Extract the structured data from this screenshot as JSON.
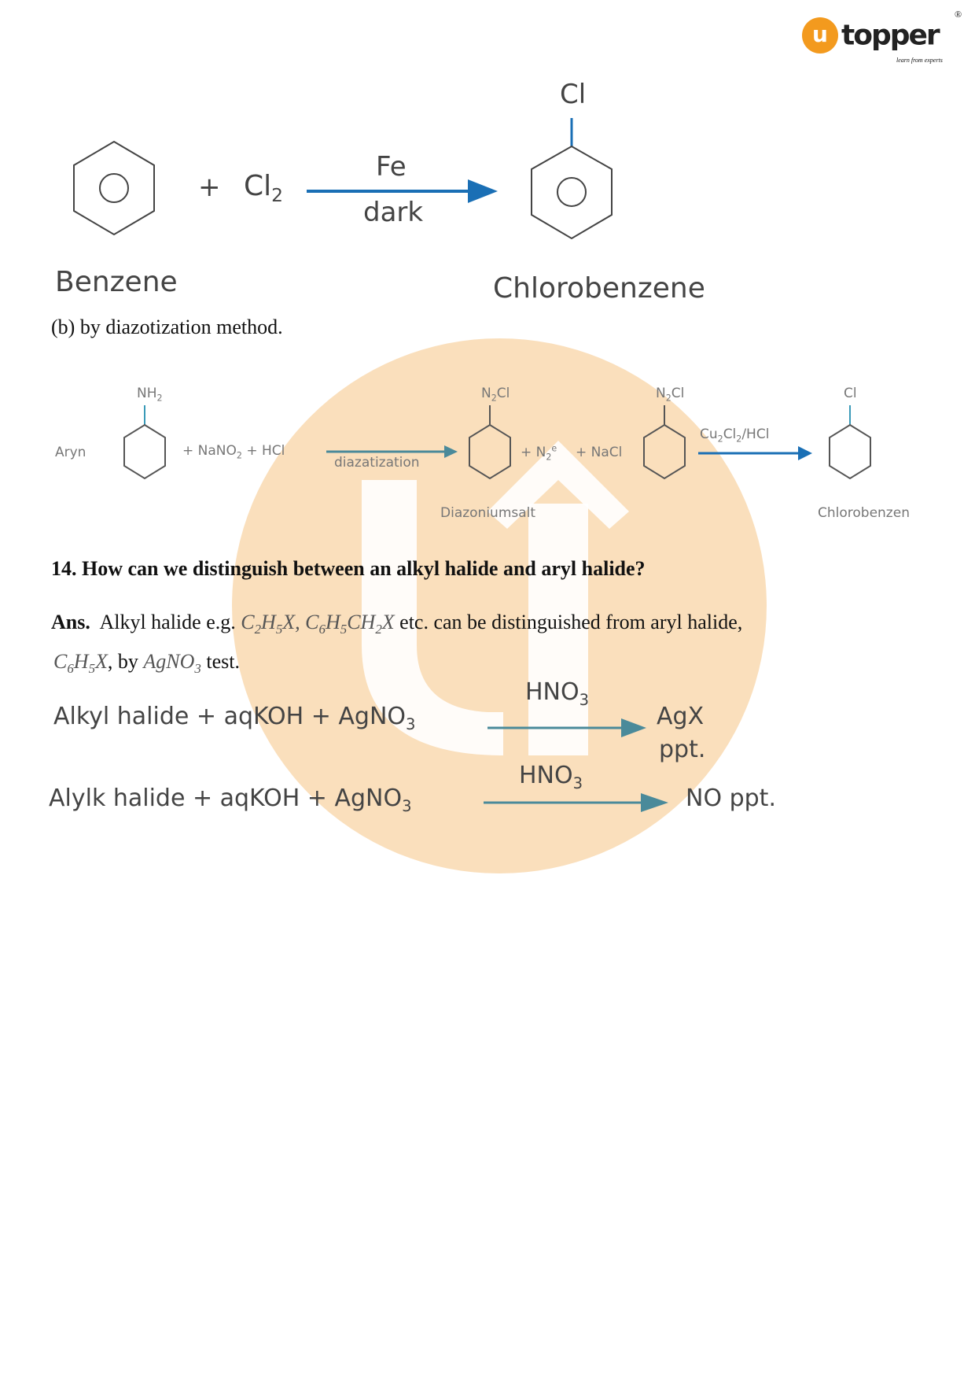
{
  "logo": {
    "text": "topper",
    "tagline": "learn from experts",
    "mark": "u",
    "registered": "®"
  },
  "reaction1": {
    "reactant": "Benzene",
    "reagent": "Cl",
    "reagent_sub": "2",
    "plus": "+",
    "catalyst": "Fe",
    "condition": "dark",
    "product": "Chlorobenzene",
    "substituent": "Cl"
  },
  "section_b": "(b) by diazotization method.",
  "reaction2": {
    "start_label": "Aryn",
    "amine": "NH",
    "amine_sub": "2",
    "reagents": [
      "+ NaNO",
      "2",
      " + HCl"
    ],
    "arrow_label": "diazatization",
    "diazo_group": "N",
    "diazo_sub": "2",
    "diazo_rest": "Cl",
    "byproducts": "+ N",
    "byprod_sub": "2",
    "byprod_sup": "e",
    "nacl": "+ NaCl",
    "intermediate_label": "Diazoniumsalt",
    "catalyst": "Cu",
    "cat_sub1": "2",
    "cat_mid": "Cl",
    "cat_sub2": "2",
    "cat_end": "/HCl",
    "product_sub": "Cl",
    "product_label": "Chlorobenzen"
  },
  "question": "14. How can we distinguish between an alkyl halide and aryl halide?",
  "answer": {
    "prefix": "Ans.",
    "text1": "Alkyl halide e.g.",
    "f1": "C",
    "f1a": "2",
    "f1b": "H",
    "f1c": "5",
    "f1d": "X",
    "sep": ",",
    "f2": "C",
    "f2a": "6",
    "f2b": "H",
    "f2c": "5",
    "f2d": "CH",
    "f2e": "2",
    "f2f": "X",
    "text2": "etc. can be distinguished from aryl halide,",
    "f3": "C",
    "f3a": "6",
    "f3b": "H",
    "f3c": "5",
    "f3d": "X",
    "text3": ", by",
    "f4": "AgNO",
    "f4a": "3",
    "text4": "test."
  },
  "eq1": {
    "lhs": "Alkyl halide + aqKOH + AgNO",
    "lhs_sub": "3",
    "reagent": "HNO",
    "reagent_sub": "3",
    "product": "AgX",
    "product2": "ppt."
  },
  "eq2": {
    "lhs": "Alylk halide + aqKOH + AgNO",
    "lhs_sub": "3",
    "reagent": "HNO",
    "reagent_sub": "3",
    "product": "NO ppt."
  },
  "colors": {
    "arrow": "#1a6fb5",
    "watermark": "#f9d9b0",
    "logo_orange": "#f39a1e"
  }
}
